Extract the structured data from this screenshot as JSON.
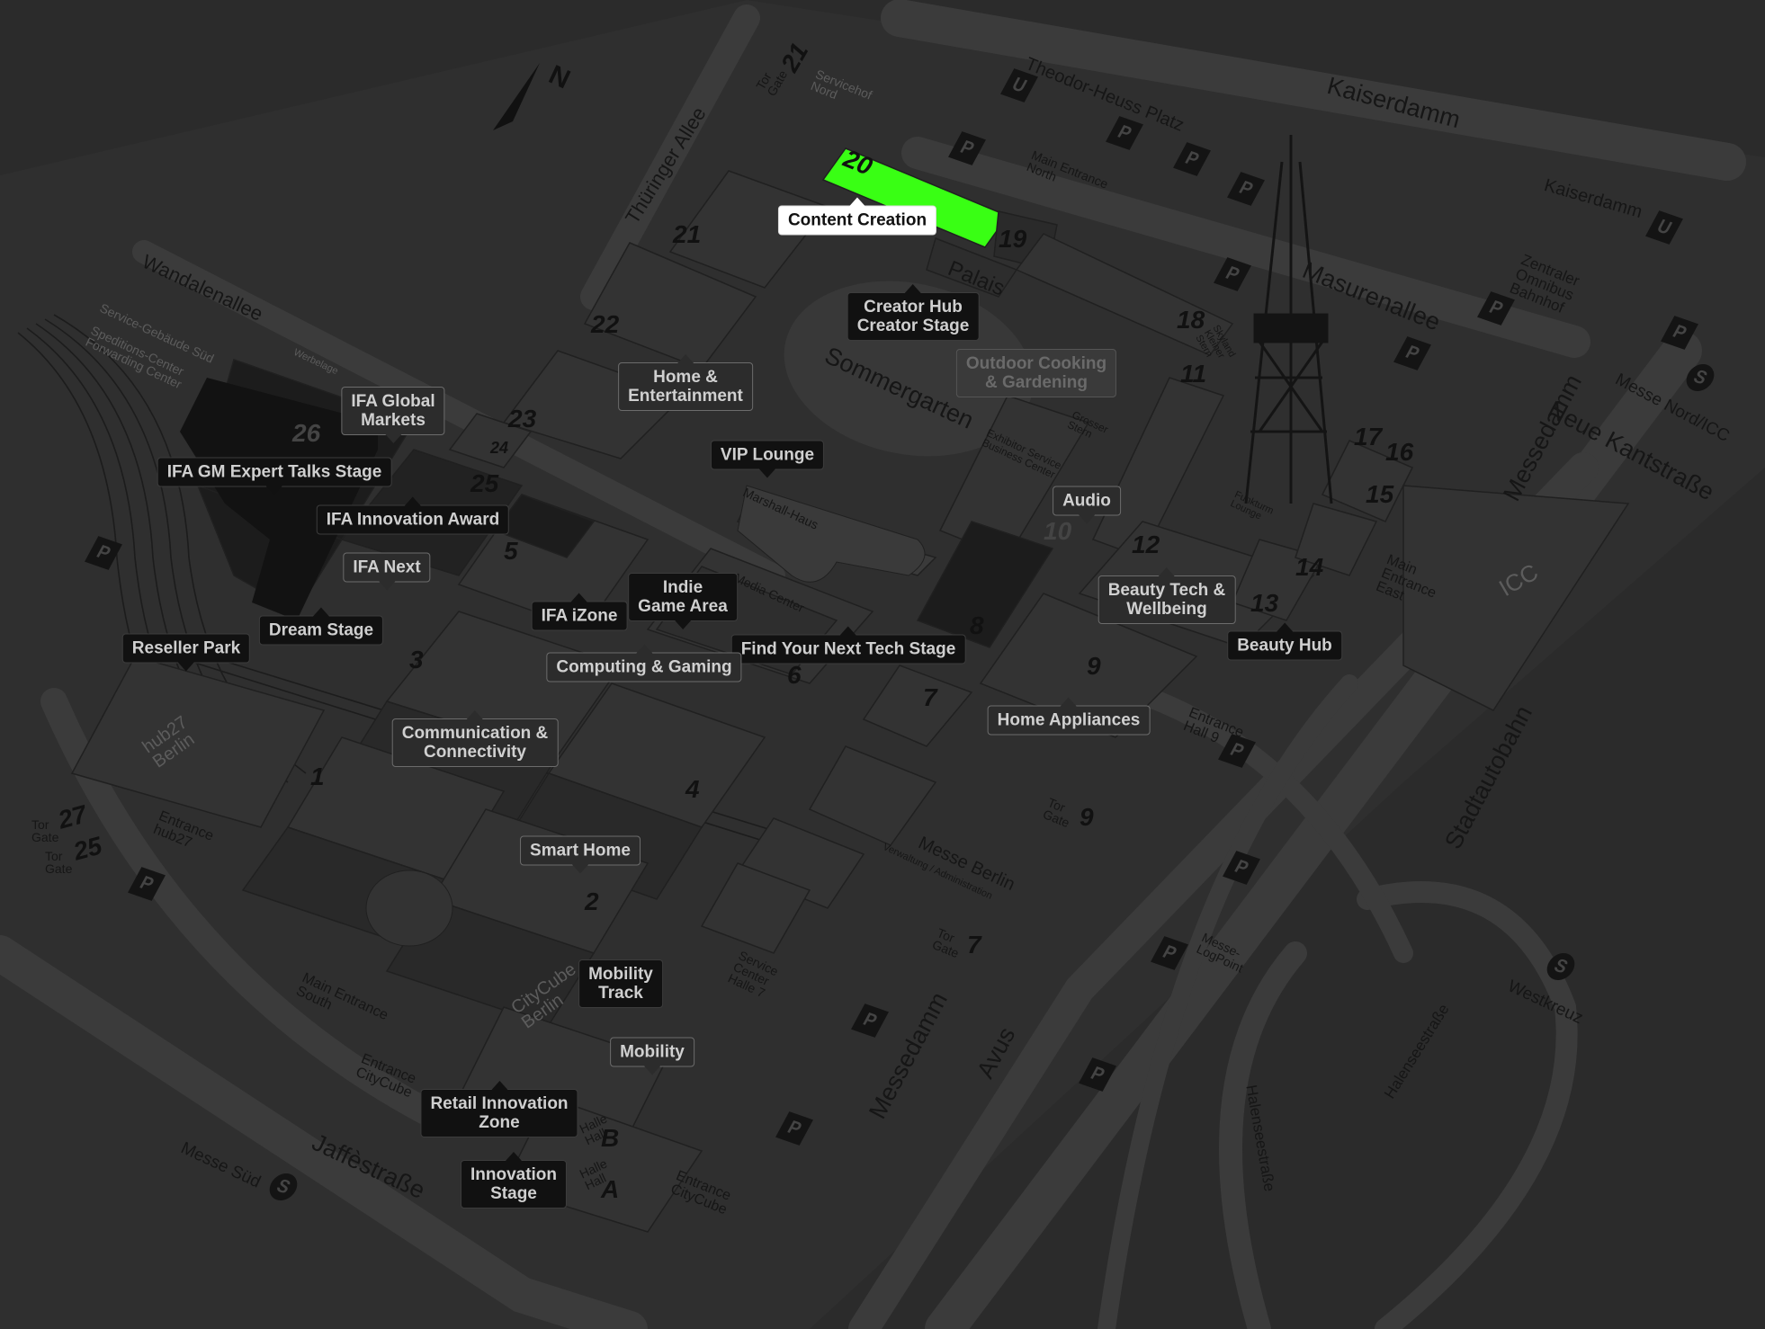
{
  "highlight": {
    "hall": "20",
    "color": "#39ff14"
  },
  "compass": "N",
  "roads": {
    "kaiserdamm": "Kaiserdamm",
    "kaiserdamm_u": "Kaiserdamm",
    "theodor": "Theodor-Heuss Platz",
    "thueringer": "Thüringer Allee",
    "wandalen": "Wandalenallee",
    "masuren": "Masurenallee",
    "sommergarten": "Sommergarten",
    "messedamm_e": "Messedamm",
    "messedamm_s": "Messedamm",
    "neue_kant": "Neue Kantstraße",
    "stadtautobahn": "Stadtautobahn",
    "avus": "Avus",
    "jaffe": "Jaffèstraße",
    "halensee": "Halenseestraße",
    "halensee2": "Halenseestraße"
  },
  "places": {
    "main_north": "Main Entrance North",
    "servicehof": "Servicehof Nord",
    "palais": "Palais",
    "zob": "Zentraler Omnibus Bahnhof",
    "messe_nord": "Messe Nord/ICC",
    "westkreuz": "Westkreuz",
    "messe_sued": "Messe Süd",
    "main_south": "Main Entrance South",
    "entrance_citycube_w": "Entrance CityCube",
    "entrance_citycube_s": "Entrance CityCube",
    "entrance_hub27": "Entrance hub27",
    "entrance_hall9": "Entrance Hall 9",
    "main_east": "Main Entrance East",
    "messe_berlin": "Messe Berlin",
    "verwaltung": "Verwaltung / Administration",
    "service_center": "Service Center Halle 7",
    "logpoint": "Messe-LogPoint",
    "exhibitor": "Exhibitor Service Business Center",
    "marshall": "Marshall-Haus",
    "media_center": "Media Center",
    "funkturm_lounge": "Funkturm Lounge",
    "grosser_stern": "Grosser Stern",
    "kleiner_stern": "Skyland Kleiner Stern",
    "service_sued": "Service-Gebäude Süd",
    "speditions": "Speditions-Center Forwarding Center",
    "verbelage": "Werbelage",
    "citycube": "CityCube Berlin",
    "hub27": "hub27 Berlin",
    "icc": "ICC",
    "tor_gate": "Tor Gate",
    "halle_hall": "Halle Hall"
  },
  "gates": {
    "g21": "21",
    "g27": "27",
    "g25": "25",
    "g9": "9",
    "g7": "7"
  },
  "halls": [
    "20",
    "19",
    "18",
    "21",
    "22",
    "23",
    "24",
    "25",
    "26",
    "17",
    "16",
    "15",
    "14",
    "13",
    "12",
    "11",
    "10",
    "9",
    "8",
    "7",
    "6",
    "5",
    "4",
    "3",
    "2",
    "1",
    "A",
    "B"
  ],
  "callouts": {
    "content_creation": "Content Creation",
    "creator_hub": "Creator Hub\nCreator Stage",
    "home_ent": "Home &\nEntertainment",
    "outdoor": "Outdoor Cooking\n& Gardening",
    "ifa_global": "IFA Global\nMarkets",
    "gm_expert": "IFA GM Expert Talks Stage",
    "vip": "VIP Lounge",
    "innovation_award": "IFA Innovation Award",
    "audio": "Audio",
    "ifa_next": "IFA Next",
    "beauty_tech": "Beauty Tech &\nWellbeing",
    "indie": "Indie\nGame Area",
    "izone": "IFA iZone",
    "dream": "Dream Stage",
    "beauty_hub": "Beauty Hub",
    "reseller": "Reseller Park",
    "find_tech": "Find Your Next Tech Stage",
    "computing": "Computing & Gaming",
    "home_app": "Home Appliances",
    "comm": "Communication &\nConnectivity",
    "smart_home": "Smart Home",
    "mobility_track": "Mobility\nTrack",
    "mobility": "Mobility",
    "retail": "Retail Innovation\nZone",
    "innovation_stage": "Innovation\nStage"
  }
}
